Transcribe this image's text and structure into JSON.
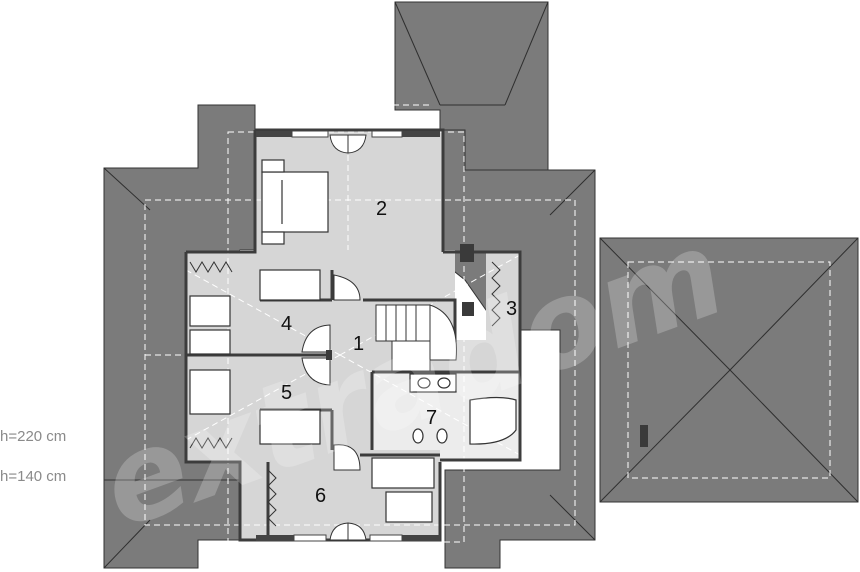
{
  "legend": {
    "height_high": "h=220 cm",
    "height_low": "h=140 cm"
  },
  "rooms": [
    {
      "id": "1",
      "label": "1"
    },
    {
      "id": "2",
      "label": "2"
    },
    {
      "id": "3",
      "label": "3"
    },
    {
      "id": "4",
      "label": "4"
    },
    {
      "id": "5",
      "label": "5"
    },
    {
      "id": "6",
      "label": "6"
    },
    {
      "id": "7",
      "label": "7"
    }
  ],
  "colors": {
    "roof": "#7a7a7a",
    "roof_edge": "#3a3a3a",
    "floor": "#d6d6d6",
    "floor_light": "#e6e6e6",
    "wall": "#4a4a4a",
    "dash": "#ffffff"
  }
}
